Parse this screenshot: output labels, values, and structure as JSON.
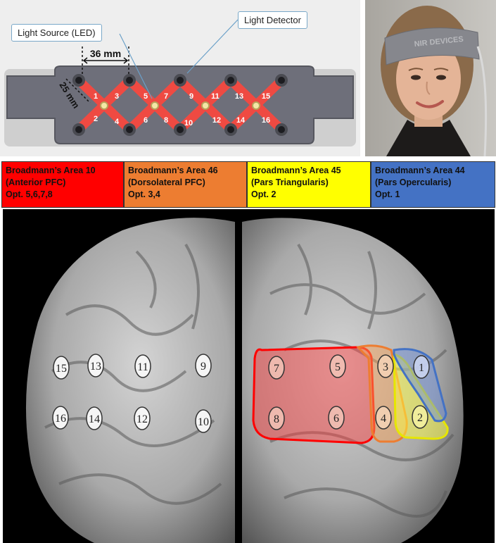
{
  "device": {
    "label_source": "Light Source (LED)",
    "label_detector": "Light Detector",
    "dim_horizontal": "36 mm",
    "dim_vertical": "25 mm",
    "optode_numbers": [
      "1",
      "2",
      "3",
      "4",
      "5",
      "6",
      "7",
      "8",
      "9",
      "10",
      "11",
      "12",
      "13",
      "14",
      "15",
      "16"
    ],
    "headband_text": "NIR DEVICES"
  },
  "legend": [
    {
      "title": "Broadmann’s Area 10",
      "subtitle": "(Anterior PFC)",
      "optodes": "Opt. 5,6,7,8",
      "color": "#ff0000"
    },
    {
      "title": "Broadmann’s Area 46",
      "subtitle": "(Dorsolateral PFC)",
      "optodes": "Opt. 3,4",
      "color": "#ed7d31"
    },
    {
      "title": "Broadmann’s Area 45",
      "subtitle": "(Pars Triangularis)",
      "optodes": "Opt. 2",
      "color": "#ffff00"
    },
    {
      "title": "Broadmann’s Area 44",
      "subtitle": "(Pars Opercularis)",
      "optodes": "Opt. 1",
      "color": "#4472c4"
    }
  ],
  "brain_labels": [
    "15",
    "13",
    "11",
    "9",
    "16",
    "14",
    "12",
    "10",
    "7",
    "5",
    "3",
    "1",
    "8",
    "6",
    "4",
    "2"
  ]
}
